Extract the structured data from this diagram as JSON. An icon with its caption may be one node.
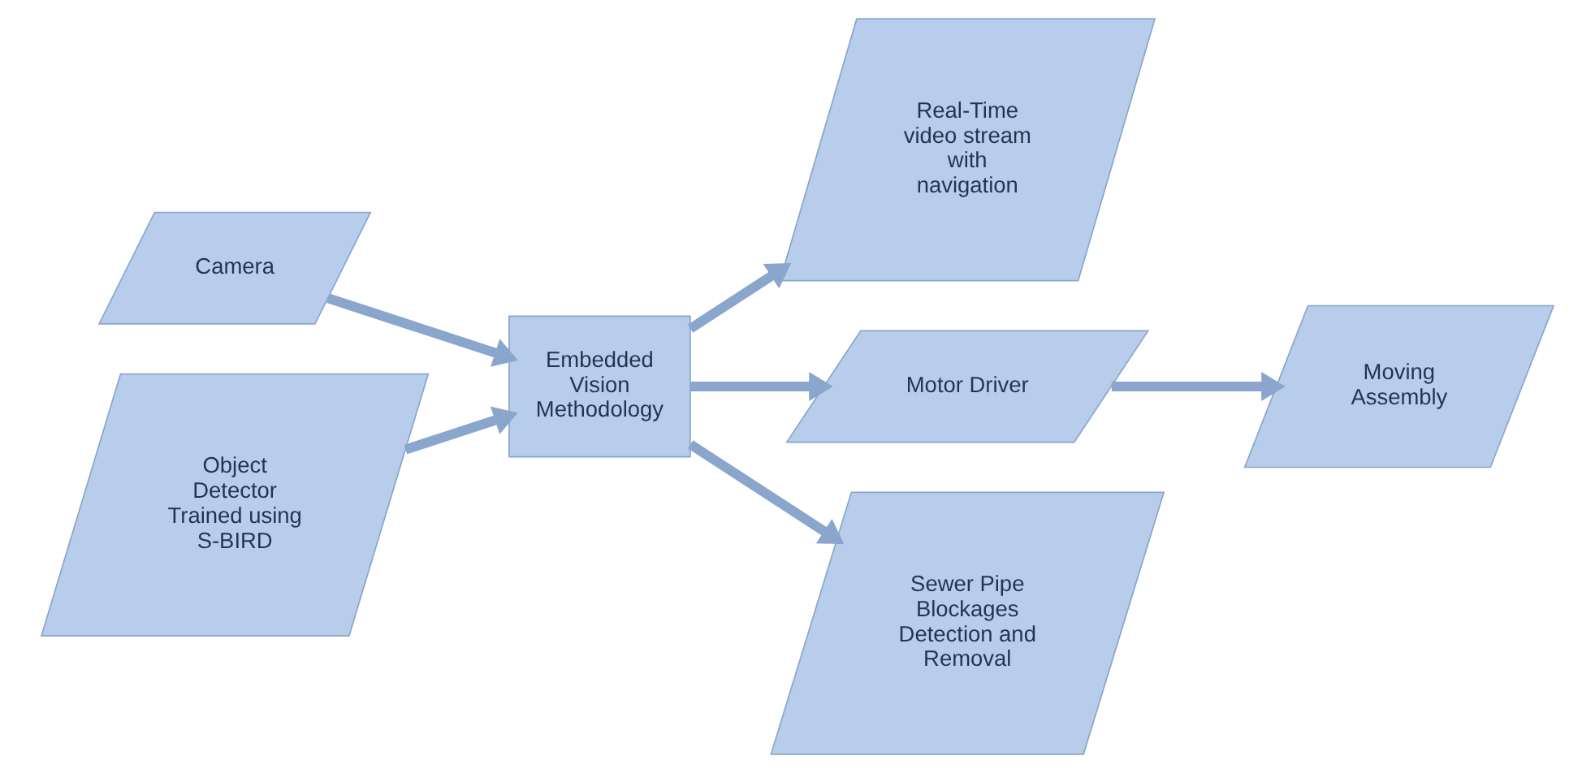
{
  "diagram": {
    "nodes": [
      {
        "text": [
          "Camera"
        ]
      },
      {
        "text": [
          "Embedded Vision Methodology"
        ]
      },
      {
        "text": [
          "Real-Time video stream with navigation"
        ]
      },
      {
        "text": [
          "Object Detector Trained using S-BIRD"
        ]
      },
      {
        "text": [
          "Motor Driver"
        ]
      },
      {
        "text": [
          "Sewer Pipe Blockages Detection and Removal"
        ]
      },
      {
        "text": [
          "Moving Assembly"
        ]
      }
    ],
    "edges": [
      {
        "from": 0,
        "to": 1,
        "arrow": "to"
      },
      {
        "from": 3,
        "to": 1,
        "arrow": "to"
      },
      {
        "from": 1,
        "to": 2,
        "arrow": "to"
      },
      {
        "from": 1,
        "to": 4,
        "arrow": "to"
      },
      {
        "from": 1,
        "to": 5,
        "arrow": "to"
      },
      {
        "from": 4,
        "to": 6,
        "arrow": "to"
      }
    ]
  }
}
